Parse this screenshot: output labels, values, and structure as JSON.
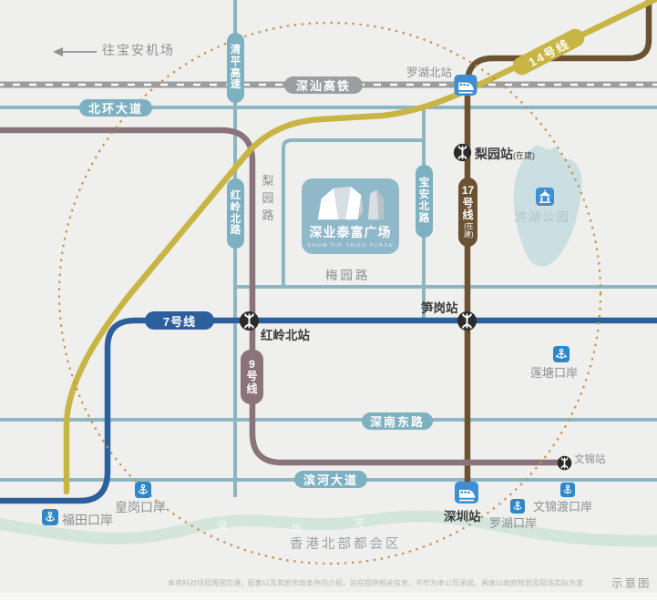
{
  "arrow": {
    "label": "往宝安机场"
  },
  "roads": {
    "qingping": "清平高速",
    "beihuan": "北环大道",
    "hongling_north": "红岭北路",
    "liyuan": "梨园路",
    "baoan_north": "宝安北路",
    "meiyuan": "梅园路",
    "shennan_east": "深南东路",
    "binhe": "滨河大道"
  },
  "rail": {
    "shenshan": "深汕高铁"
  },
  "metro": {
    "line14": {
      "label": "14号线",
      "color": "#c9b544"
    },
    "line17": {
      "label": "17号线",
      "status": "(在建)",
      "color": "#6b5233"
    },
    "line7": {
      "label": "7号线",
      "color": "#2d5f9c"
    },
    "line9": {
      "label": "9号线",
      "color": "#8b737b"
    }
  },
  "stations": {
    "luohu_north": "罗湖北站",
    "liyuan": {
      "label": "梨园站",
      "status": "(在建)"
    },
    "sungang": "笋岗站",
    "hongling_north": "红岭北站",
    "wenjin": "文锦站",
    "shenzhen": "深圳站"
  },
  "ports": {
    "liantang": "莲塘口岸",
    "futian": "福田口岸",
    "huanggang": "皇岗口岸",
    "luohu": "罗湖口岸",
    "wenjindu": "文锦渡口岸"
  },
  "park": {
    "honghu": "洪湖公园"
  },
  "river": {
    "name_chars": [
      "深",
      "圳",
      "河"
    ]
  },
  "region": {
    "hk_metropolis": "香港北部都会区"
  },
  "project": {
    "name": "深业泰富广场",
    "subtitle": "SHUM YIP TAIFU PLAZA"
  },
  "footer": {
    "disclaimer": "本资料对项目周围交通、配套以及其他市政条件的介绍，旨在提供相关信息，不作为本公司承诺，具体以政府规划及现场实际为准",
    "note": "示意图"
  },
  "colors": {
    "road_teal": "#8cb6c2",
    "rail_gray": "#9b9ea1",
    "circle_dotted": "#c7914f",
    "river": "#d3e5dd",
    "lake": "#cbdfe2",
    "background": "#eff0ee"
  }
}
